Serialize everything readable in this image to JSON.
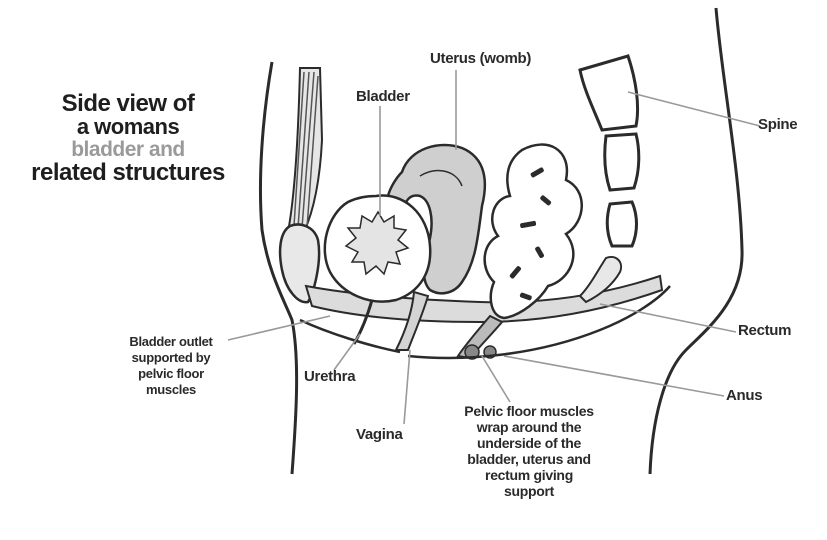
{
  "title": {
    "line1": "Side view of",
    "line2": "a womans",
    "line3": "bladder and",
    "line4": "related structures"
  },
  "labels": {
    "bladder": "Bladder",
    "uterus": "Uterus (womb)",
    "spine": "Spine",
    "rectum": "Rectum",
    "anus": "Anus",
    "urethra": "Urethra",
    "vagina": "Vagina",
    "bladder_outlet": [
      "Bladder outlet",
      "supported by",
      "pelvic floor",
      "muscles"
    ],
    "pelvic_floor": [
      "Pelvic floor muscles",
      "wrap around the",
      "underside of the",
      "bladder, uterus and",
      "rectum giving",
      "support"
    ]
  },
  "colors": {
    "outline": "#2b2b2b",
    "organ_fill": "#cfcfcf",
    "muscle_fill": "#dcdcdc",
    "leader": "#9a9a9a"
  }
}
